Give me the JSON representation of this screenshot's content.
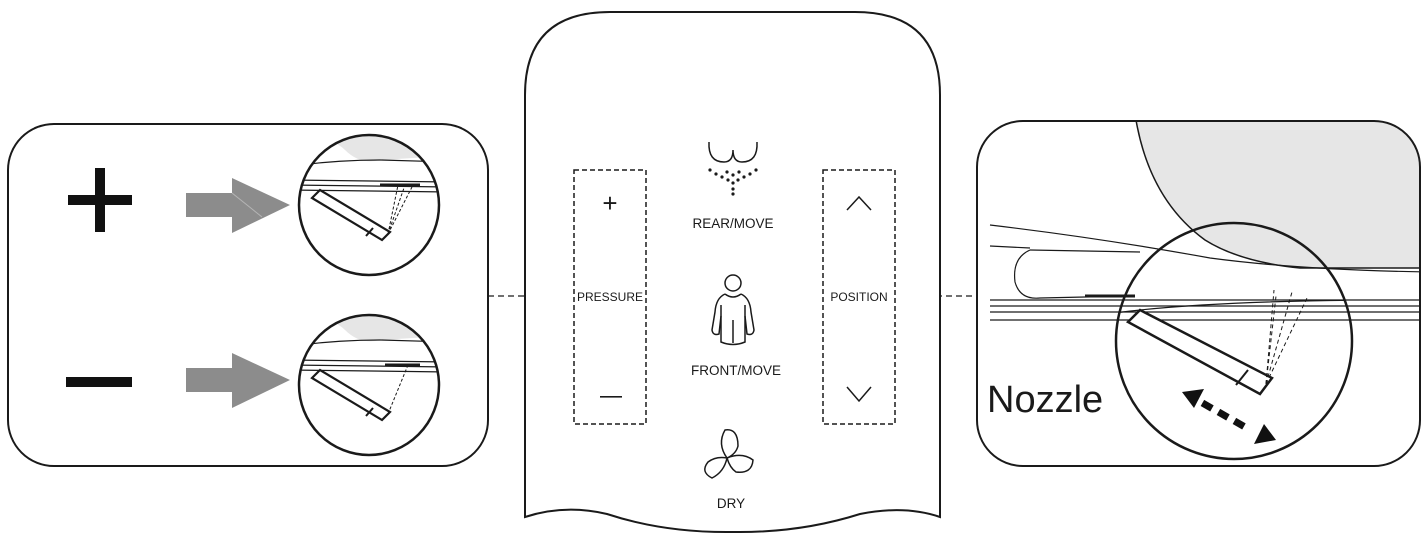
{
  "remote": {
    "pressure": {
      "label": "PRESSURE",
      "plus": "+",
      "minus": "—"
    },
    "position": {
      "label": "POSITION",
      "up": "∧",
      "down": "∨"
    },
    "rear": {
      "label": "REAR/MOVE",
      "icon": "rear-wash-icon"
    },
    "front": {
      "label": "FRONT/MOVE",
      "icon": "front-wash-icon"
    },
    "dry": {
      "label": "DRY",
      "icon": "fan-icon"
    }
  },
  "pressure_panel": {
    "plus_symbol": "+",
    "minus_symbol": "—"
  },
  "nozzle_panel": {
    "label": "Nozzle"
  }
}
